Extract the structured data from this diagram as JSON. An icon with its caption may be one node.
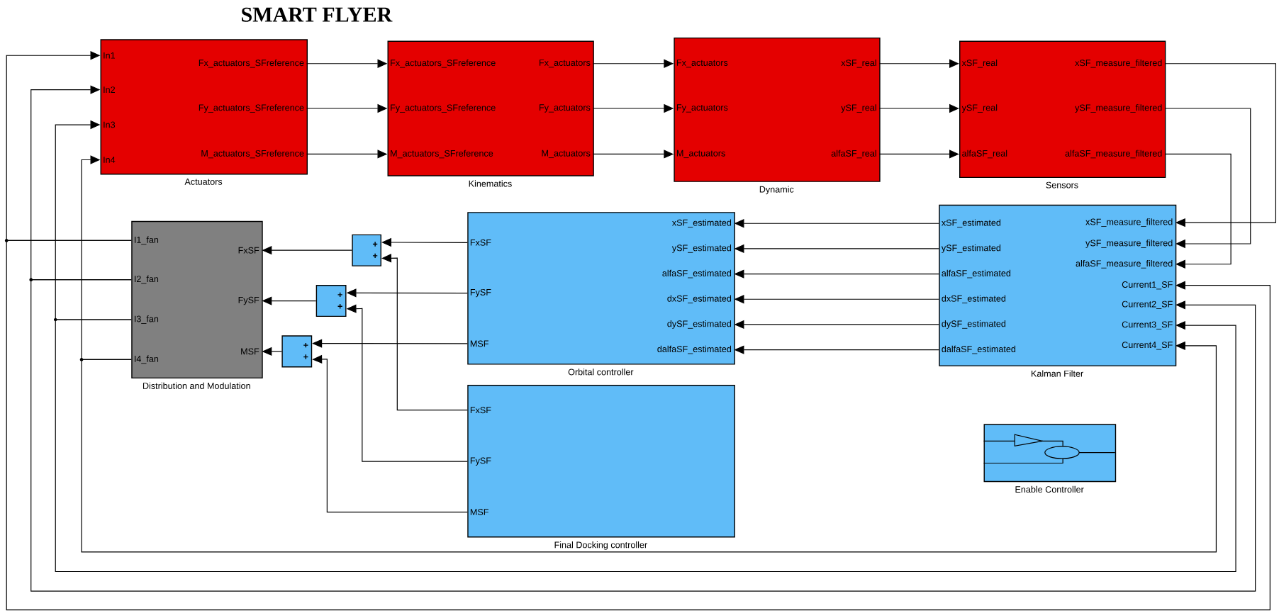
{
  "diagram": {
    "title": "SMART FLYER",
    "nodes": [
      {
        "text": [
          "Actuators"
        ]
      },
      {
        "text": [
          "In1"
        ],
        "in": 0
      },
      {
        "text": [
          "In2"
        ],
        "in": 0
      },
      {
        "text": [
          "In3"
        ],
        "in": 0
      },
      {
        "text": [
          "In4"
        ],
        "in": 0
      },
      {
        "text": [
          "Fx_actuators_SFreference"
        ],
        "in": 0
      },
      {
        "text": [
          "Fy_actuators_SFreference"
        ],
        "in": 0
      },
      {
        "text": [
          "M_actuators_SFreference"
        ],
        "in": 0
      },
      {
        "text": [
          "Kinematics"
        ]
      },
      {
        "text": [
          "Fx_actuators_SFreference"
        ],
        "in": 8
      },
      {
        "text": [
          "Fy_actuators_SFreference"
        ],
        "in": 8
      },
      {
        "text": [
          "M_actuators_SFreference"
        ],
        "in": 8
      },
      {
        "text": [
          "Fx_actuators"
        ],
        "in": 8
      },
      {
        "text": [
          "Fy_actuators"
        ],
        "in": 8
      },
      {
        "text": [
          "M_actuators"
        ],
        "in": 8
      },
      {
        "text": [
          "Dynamic"
        ]
      },
      {
        "text": [
          "Fx_actuators"
        ],
        "in": 15
      },
      {
        "text": [
          "Fy_actuators"
        ],
        "in": 15
      },
      {
        "text": [
          "M_actuators"
        ],
        "in": 15
      },
      {
        "text": [
          "xSF_real"
        ],
        "in": 15
      },
      {
        "text": [
          "ySF_real"
        ],
        "in": 15
      },
      {
        "text": [
          "alfaSF_real"
        ],
        "in": 15
      },
      {
        "text": [
          "Sensors"
        ]
      },
      {
        "text": [
          "xSF_real"
        ],
        "in": 22
      },
      {
        "text": [
          "ySF_real"
        ],
        "in": 22
      },
      {
        "text": [
          "alfaSF_real"
        ],
        "in": 22
      },
      {
        "text": [
          "xSF_measure_filtered"
        ],
        "in": 22
      },
      {
        "text": [
          "ySF_measure_filtered"
        ],
        "in": 22
      },
      {
        "text": [
          "alfaSF_measure_filtered"
        ],
        "in": 22
      },
      {
        "text": [
          "Distribution and Modulation"
        ]
      },
      {
        "text": [
          "I1_fan"
        ],
        "in": 29
      },
      {
        "text": [
          "I2_fan"
        ],
        "in": 29
      },
      {
        "text": [
          "I3_fan"
        ],
        "in": 29
      },
      {
        "text": [
          "I4_fan"
        ],
        "in": 29
      },
      {
        "text": [
          "FxSF"
        ],
        "in": 29
      },
      {
        "text": [
          "FySF"
        ],
        "in": 29
      },
      {
        "text": [
          "MSF"
        ],
        "in": 29
      },
      {
        "text": [
          "+",
          "+"
        ]
      },
      {
        "text": [
          "+",
          "+"
        ]
      },
      {
        "text": [
          "+",
          "+"
        ]
      },
      {
        "text": [
          "Orbital controller"
        ]
      },
      {
        "text": [
          "FxSF"
        ],
        "in": 40
      },
      {
        "text": [
          "FySF"
        ],
        "in": 40
      },
      {
        "text": [
          "MSF"
        ],
        "in": 40
      },
      {
        "text": [
          "xSF_estimated"
        ],
        "in": 40
      },
      {
        "text": [
          "ySF_estimated"
        ],
        "in": 40
      },
      {
        "text": [
          "alfaSF_estimated"
        ],
        "in": 40
      },
      {
        "text": [
          "dxSF_estimated"
        ],
        "in": 40
      },
      {
        "text": [
          "dySF_estimated"
        ],
        "in": 40
      },
      {
        "text": [
          "dalfaSF_estimated"
        ],
        "in": 40
      },
      {
        "text": [
          "Kalman Filter"
        ]
      },
      {
        "text": [
          "xSF_estimated"
        ],
        "in": 50
      },
      {
        "text": [
          "ySF_estimated"
        ],
        "in": 50
      },
      {
        "text": [
          "alfaSF_estimated"
        ],
        "in": 50
      },
      {
        "text": [
          "dxSF_estimated"
        ],
        "in": 50
      },
      {
        "text": [
          "dySF_estimated"
        ],
        "in": 50
      },
      {
        "text": [
          "dalfaSF_estimated"
        ],
        "in": 50
      },
      {
        "text": [
          "xSF_measure_filtered"
        ],
        "in": 50
      },
      {
        "text": [
          "ySF_measure_filtered"
        ],
        "in": 50
      },
      {
        "text": [
          "alfaSF_measure_filtered"
        ],
        "in": 50
      },
      {
        "text": [
          "Current1_SF"
        ],
        "in": 50
      },
      {
        "text": [
          "Current2_SF"
        ],
        "in": 50
      },
      {
        "text": [
          "Current3_SF"
        ],
        "in": 50
      },
      {
        "text": [
          "Current4_SF"
        ],
        "in": 50
      },
      {
        "text": [
          "Final Docking controller"
        ]
      },
      {
        "text": [
          "FxSF"
        ],
        "in": 64
      },
      {
        "text": [
          "FySF"
        ],
        "in": 64
      },
      {
        "text": [
          "MSF"
        ],
        "in": 64
      },
      {
        "text": [
          "Enable Controller"
        ]
      }
    ],
    "edges": [
      {
        "from": 5,
        "to": 9,
        "arrow": "to"
      },
      {
        "from": 6,
        "to": 10,
        "arrow": "to"
      },
      {
        "from": 7,
        "to": 11,
        "arrow": "to"
      },
      {
        "from": 12,
        "to": 16,
        "arrow": "to"
      },
      {
        "from": 13,
        "to": 17,
        "arrow": "to"
      },
      {
        "from": 14,
        "to": 18,
        "arrow": "to"
      },
      {
        "from": 19,
        "to": 23,
        "arrow": "to"
      },
      {
        "from": 20,
        "to": 24,
        "arrow": "to"
      },
      {
        "from": 21,
        "to": 25,
        "arrow": "to"
      },
      {
        "from": 26,
        "to": 57,
        "arrow": "to"
      },
      {
        "from": 27,
        "to": 58,
        "arrow": "to"
      },
      {
        "from": 28,
        "to": 59,
        "arrow": "to"
      },
      {
        "from": 51,
        "to": 44,
        "arrow": "to"
      },
      {
        "from": 52,
        "to": 45,
        "arrow": "to"
      },
      {
        "from": 53,
        "to": 46,
        "arrow": "to"
      },
      {
        "from": 54,
        "to": 47,
        "arrow": "to"
      },
      {
        "from": 55,
        "to": 48,
        "arrow": "to"
      },
      {
        "from": 56,
        "to": 49,
        "arrow": "to"
      },
      {
        "from": 41,
        "to": 37,
        "arrow": "to"
      },
      {
        "from": 65,
        "to": 37,
        "arrow": "to"
      },
      {
        "from": 37,
        "to": 34,
        "arrow": "to"
      },
      {
        "from": 42,
        "to": 38,
        "arrow": "to"
      },
      {
        "from": 66,
        "to": 38,
        "arrow": "to"
      },
      {
        "from": 38,
        "to": 35,
        "arrow": "to"
      },
      {
        "from": 43,
        "to": 39,
        "arrow": "to"
      },
      {
        "from": 67,
        "to": 39,
        "arrow": "to"
      },
      {
        "from": 39,
        "to": 36,
        "arrow": "to"
      },
      {
        "from": 30,
        "to": 1,
        "arrow": "to"
      },
      {
        "from": 30,
        "to": 60,
        "arrow": "to"
      },
      {
        "from": 31,
        "to": 2,
        "arrow": "to"
      },
      {
        "from": 31,
        "to": 61,
        "arrow": "to"
      },
      {
        "from": 32,
        "to": 3,
        "arrow": "to"
      },
      {
        "from": 32,
        "to": 62,
        "arrow": "to"
      },
      {
        "from": 33,
        "to": 4,
        "arrow": "to"
      },
      {
        "from": 33,
        "to": 63,
        "arrow": "to"
      }
    ]
  }
}
